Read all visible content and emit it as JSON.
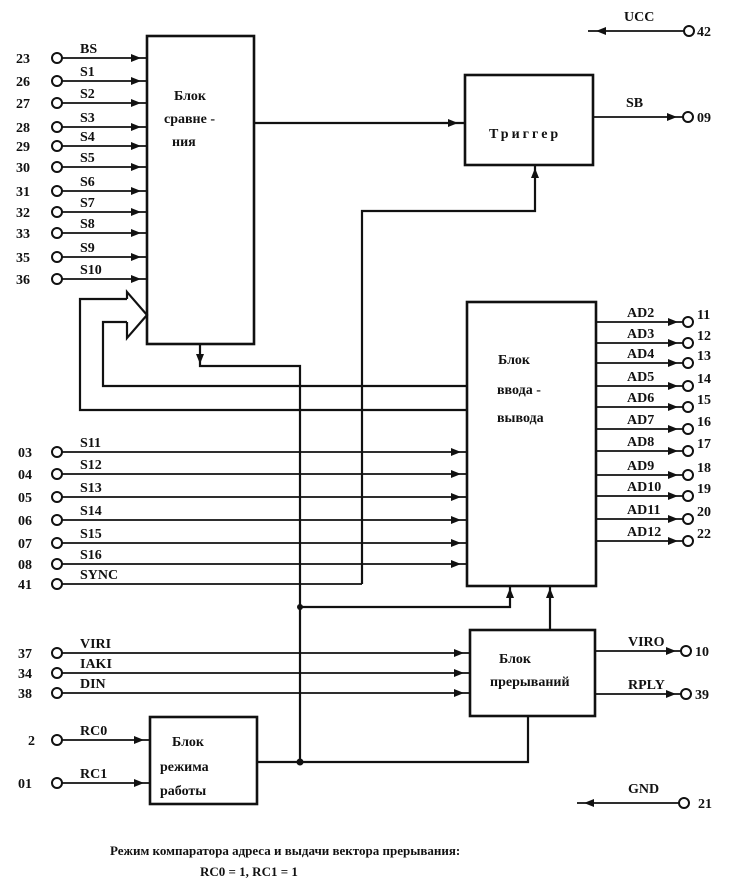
{
  "diagram": {
    "blocks": {
      "comparator": {
        "lines": [
          "Блок",
          "сравне -",
          "ния"
        ]
      },
      "trigger": {
        "lines": [
          "Триггер"
        ]
      },
      "io": {
        "lines": [
          "Блок",
          "ввода -",
          "вывода"
        ]
      },
      "interrupt": {
        "lines": [
          "Блок",
          "прерываний"
        ]
      },
      "mode": {
        "lines": [
          "Блок",
          "режима",
          "работы"
        ]
      }
    },
    "comparator_inputs": [
      {
        "pin": "23",
        "signal": "BS"
      },
      {
        "pin": "26",
        "signal": "S1"
      },
      {
        "pin": "27",
        "signal": "S2"
      },
      {
        "pin": "28",
        "signal": "S3"
      },
      {
        "pin": "29",
        "signal": "S4"
      },
      {
        "pin": "30",
        "signal": "S5"
      },
      {
        "pin": "31",
        "signal": "S6"
      },
      {
        "pin": "32",
        "signal": "S7"
      },
      {
        "pin": "33",
        "signal": "S8"
      },
      {
        "pin": "35",
        "signal": "S9"
      },
      {
        "pin": "36",
        "signal": "S10"
      }
    ],
    "io_inputs": [
      {
        "pin": "03",
        "signal": "S11"
      },
      {
        "pin": "04",
        "signal": "S12"
      },
      {
        "pin": "05",
        "signal": "S13"
      },
      {
        "pin": "06",
        "signal": "S14"
      },
      {
        "pin": "07",
        "signal": "S15"
      },
      {
        "pin": "08",
        "signal": "S16"
      },
      {
        "pin": "41",
        "signal": "SYNC"
      }
    ],
    "io_outputs": [
      {
        "pin": "11",
        "signal": "AD2"
      },
      {
        "pin": "12",
        "signal": "AD3"
      },
      {
        "pin": "13",
        "signal": "AD4"
      },
      {
        "pin": "14",
        "signal": "AD5"
      },
      {
        "pin": "15",
        "signal": "AD6"
      },
      {
        "pin": "16",
        "signal": "AD7"
      },
      {
        "pin": "17",
        "signal": "AD8"
      },
      {
        "pin": "18",
        "signal": "AD9"
      },
      {
        "pin": "19",
        "signal": "AD10"
      },
      {
        "pin": "20",
        "signal": "AD11"
      },
      {
        "pin": "22",
        "signal": "AD12"
      }
    ],
    "interrupt_inputs": [
      {
        "pin": "37",
        "signal": "VIRI"
      },
      {
        "pin": "34",
        "signal": "IAKI"
      },
      {
        "pin": "38",
        "signal": "DIN"
      }
    ],
    "interrupt_outputs": [
      {
        "pin": "10",
        "signal": "VIRO"
      },
      {
        "pin": "39",
        "signal": "RPLY"
      }
    ],
    "mode_inputs": [
      {
        "pin": "2",
        "signal": "RC0"
      },
      {
        "pin": "01",
        "signal": "RC1"
      }
    ],
    "trigger_output": {
      "pin": "09",
      "signal": "SB"
    },
    "power": {
      "pin": "42",
      "signal": "UCC"
    },
    "ground": {
      "pin": "21",
      "signal": "GND"
    },
    "note": {
      "line1": "Режим компаратора адреса и выдачи вектора прерывания:",
      "line2": "RC0 = 1, RC1 = 1"
    }
  }
}
